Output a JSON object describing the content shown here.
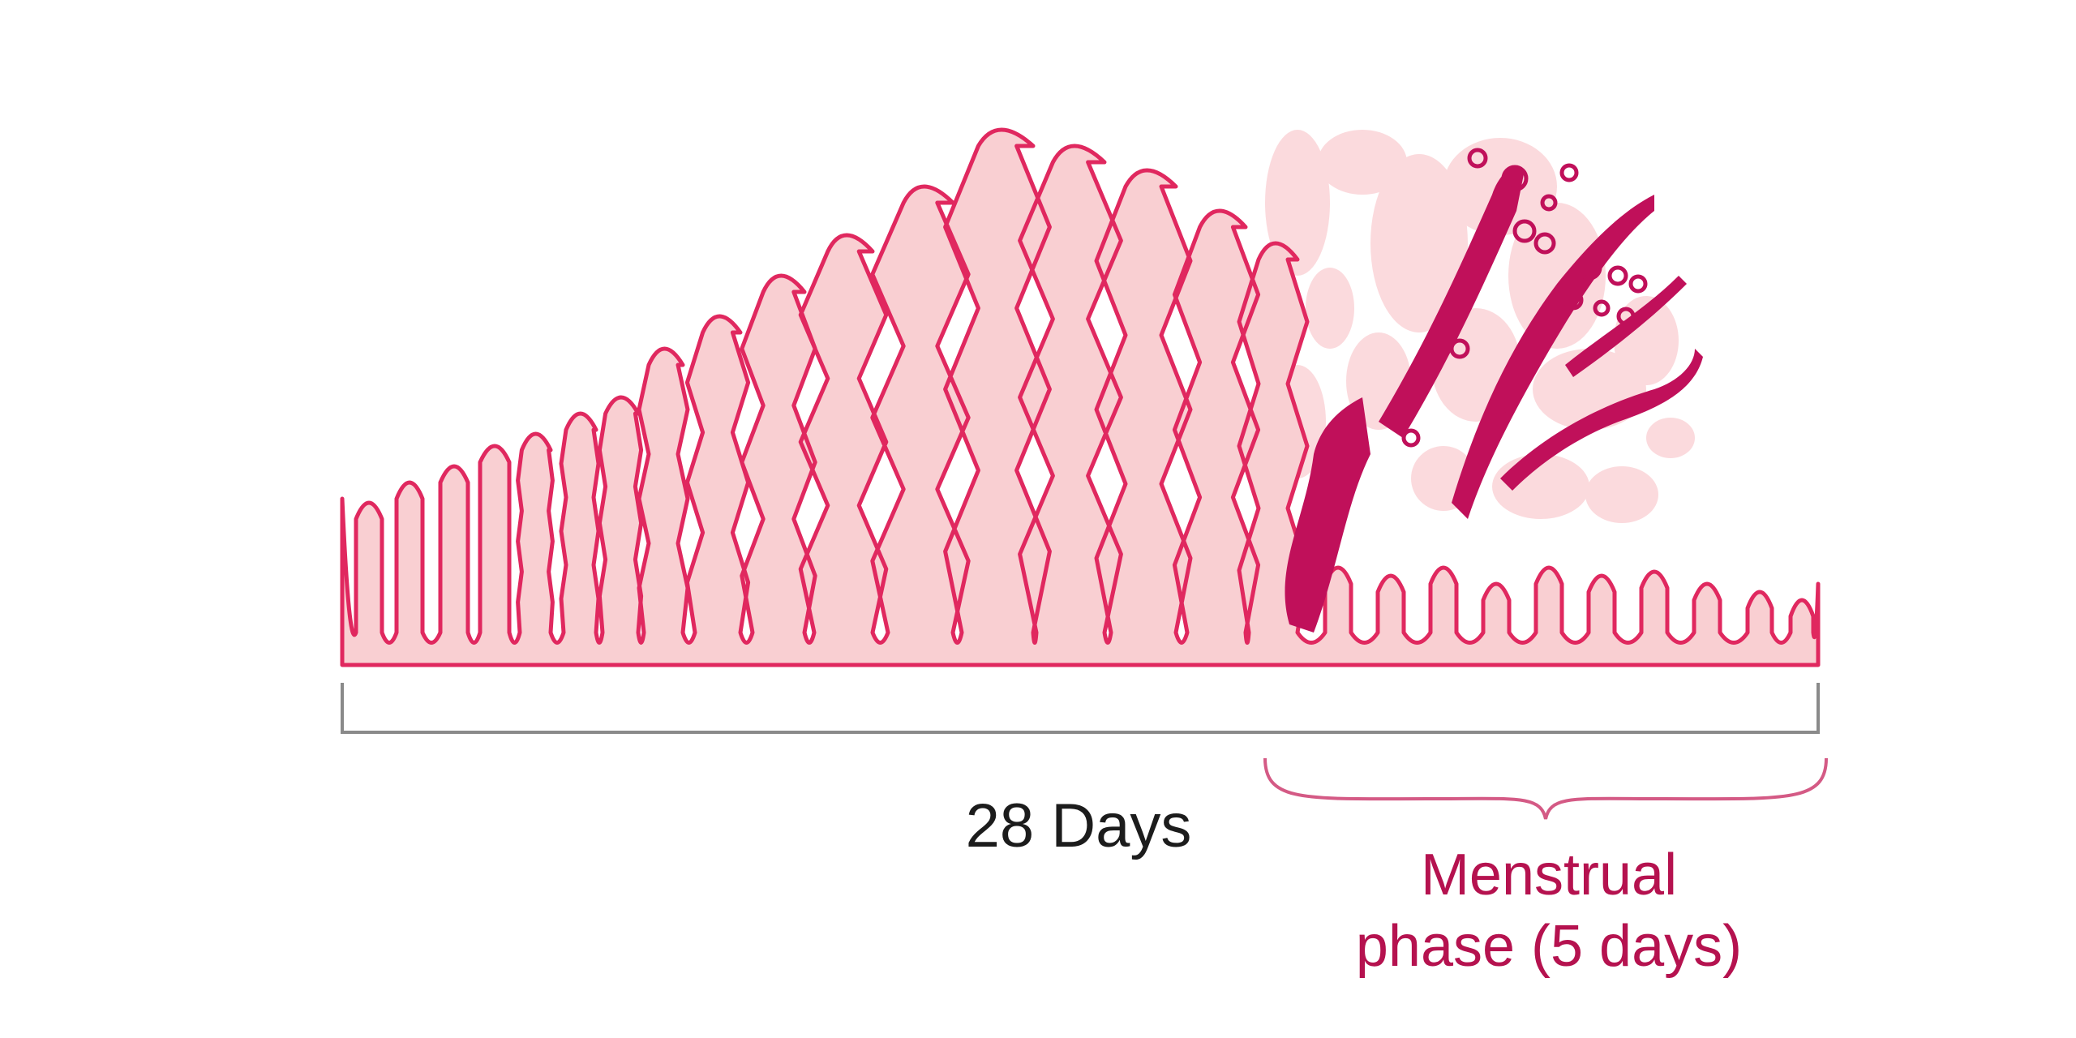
{
  "diagram": {
    "duration_label": "28 Days",
    "phase_label_line1": "Menstrual",
    "phase_label_line2": "phase (5 days)",
    "colors": {
      "lining_fill": "#f9cfd2",
      "lining_stroke": "#e0285f",
      "shed_tissue": "#c0105a",
      "shed_fragments": "#fbdadd",
      "timeline": "#8a8a8a",
      "brace": "#d45a85",
      "phase_text": "#b5124f",
      "days_text": "#1c1c1c"
    }
  }
}
